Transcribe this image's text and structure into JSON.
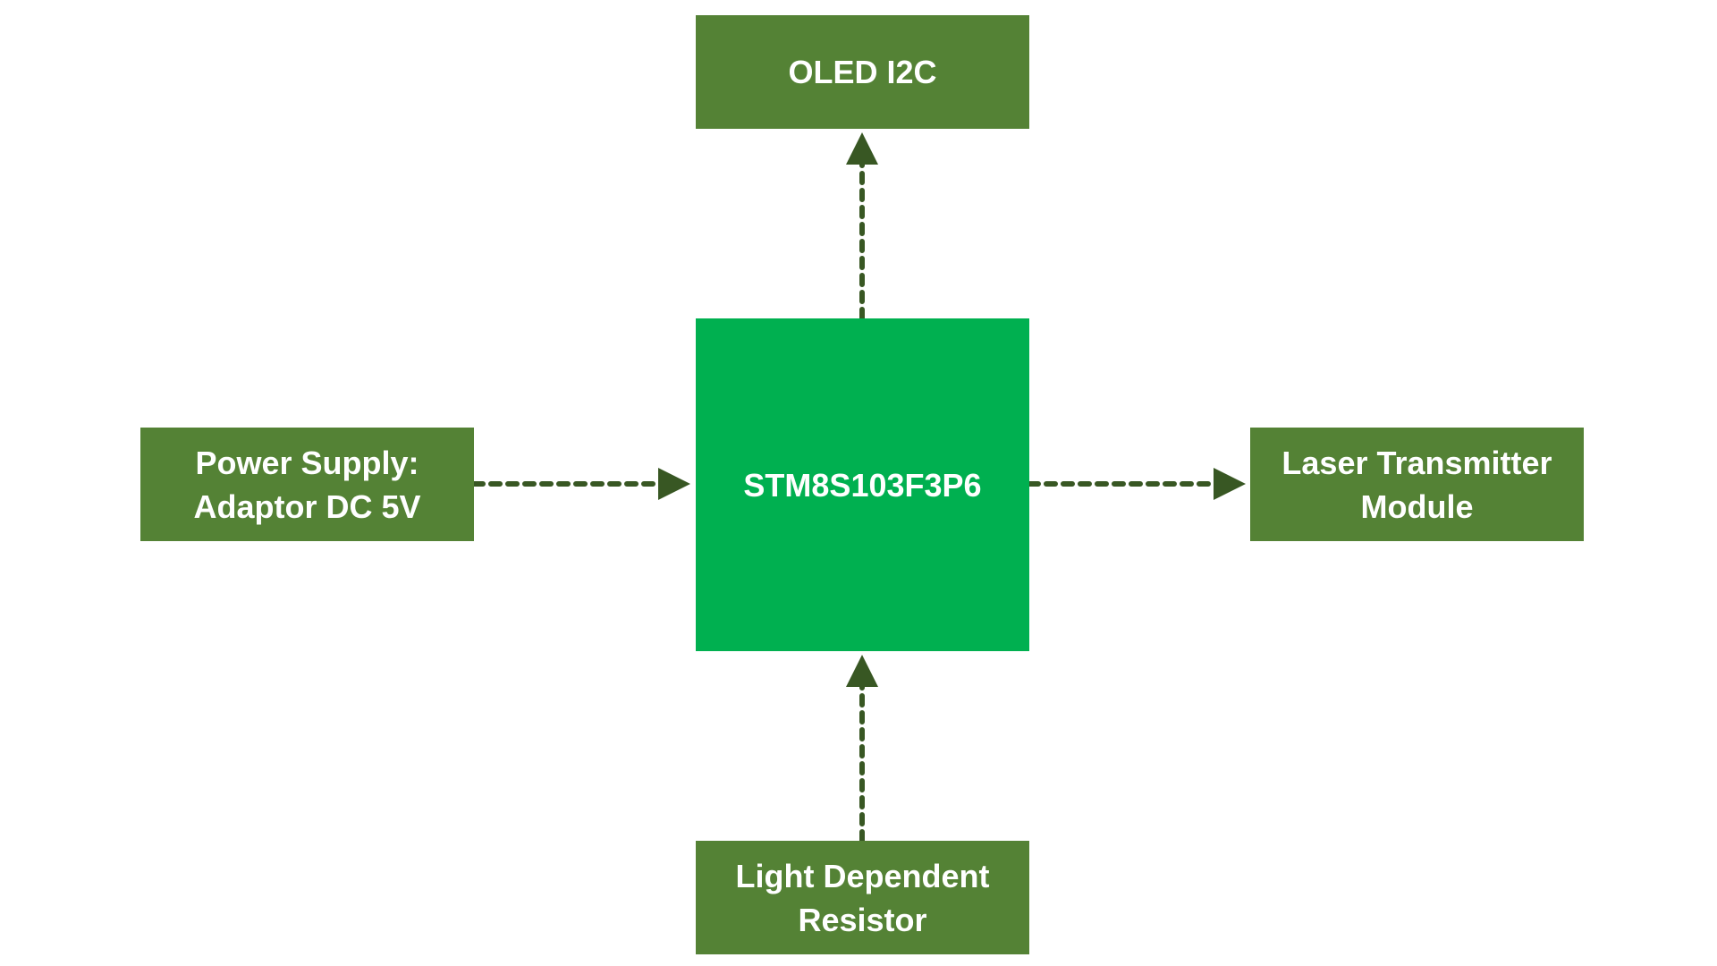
{
  "diagram": {
    "colors": {
      "block": "#548235",
      "controller": "#00b050",
      "connector": "#385723",
      "text": "#ffffff",
      "background": "#ffffff"
    },
    "blocks": {
      "oled": {
        "lines": [
          "OLED I2C"
        ]
      },
      "mcu": {
        "lines": [
          "STM8S103F3P6"
        ]
      },
      "power": {
        "lines": [
          "Power Supply:",
          "Adaptor DC 5V"
        ]
      },
      "laser": {
        "lines": [
          "Laser Transmitter",
          "Module"
        ]
      },
      "ldr": {
        "lines": [
          "Light Dependent",
          "Resistor"
        ]
      }
    },
    "connections": [
      {
        "from": "power",
        "to": "mcu",
        "style": "dashed-arrow"
      },
      {
        "from": "mcu",
        "to": "oled",
        "style": "dashed-arrow"
      },
      {
        "from": "mcu",
        "to": "laser",
        "style": "dashed-arrow"
      },
      {
        "from": "ldr",
        "to": "mcu",
        "style": "dashed-arrow"
      }
    ]
  }
}
